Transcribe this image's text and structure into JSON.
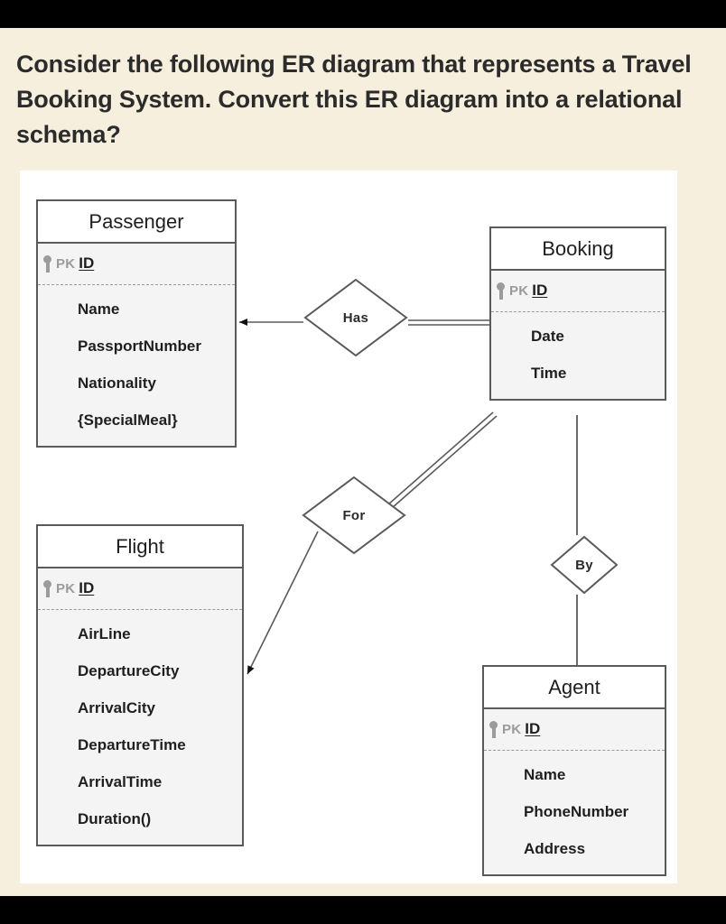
{
  "question": "Consider the following ER diagram that represents a Travel Booking System. Convert this ER diagram into a relational schema?",
  "colors": {
    "page_background": "#f7efdd",
    "canvas_background": "#ffffff",
    "bar": "#000000",
    "entity_border": "#5a5a5a",
    "entity_header_fill": "#ffffff",
    "entity_body_fill": "#f4f4f4",
    "key_icon": "#9b9b9b",
    "line": "#5a5a5a",
    "text": "#1f1f1f"
  },
  "diagram": {
    "type": "er-diagram",
    "title": "Travel Booking System",
    "entities": [
      {
        "id": "passenger",
        "name": "Passenger",
        "pk_label": "PK",
        "pk_field": "ID",
        "attributes": [
          "Name",
          "PassportNumber",
          "Nationality",
          "{SpecialMeal}"
        ]
      },
      {
        "id": "booking",
        "name": "Booking",
        "pk_label": "PK",
        "pk_field": "ID",
        "attributes": [
          "Date",
          "Time"
        ]
      },
      {
        "id": "flight",
        "name": "Flight",
        "pk_label": "PK",
        "pk_field": "ID",
        "attributes": [
          "AirLine",
          "DepartureCity",
          "ArrivalCity",
          "DepartureTime",
          "ArrivalTime",
          "Duration()"
        ]
      },
      {
        "id": "agent",
        "name": "Agent",
        "pk_label": "PK",
        "pk_field": "ID",
        "attributes": [
          "Name",
          "PhoneNumber",
          "Address"
        ]
      }
    ],
    "relationships": [
      {
        "id": "has",
        "name": "Has",
        "from": "Booking",
        "to": "Passenger",
        "from_participation": "total",
        "to_participation": "partial",
        "to_arrow": true
      },
      {
        "id": "for",
        "name": "For",
        "from": "Booking",
        "to": "Flight",
        "from_participation": "total",
        "to_participation": "partial",
        "to_arrow": true
      },
      {
        "id": "by",
        "name": "By",
        "from": "Booking",
        "to": "Agent",
        "from_participation": "partial",
        "to_participation": "partial",
        "to_arrow": false
      }
    ]
  }
}
